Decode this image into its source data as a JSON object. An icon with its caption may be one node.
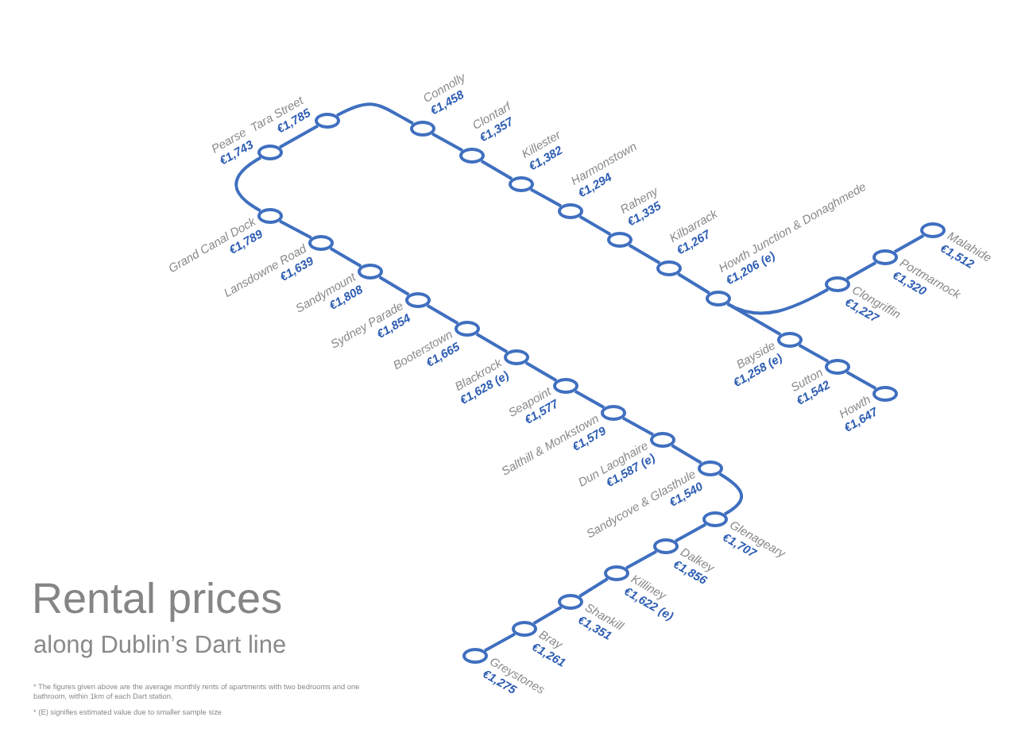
{
  "diagram": {
    "title": "Rental prices",
    "nodes": [
      {
        "text": [],
        "shape": "circle",
        "beside": [
          "Greystones",
          "€1,275"
        ]
      },
      {
        "text": [],
        "shape": "circle",
        "beside": [
          "Bray",
          "€1,261"
        ]
      },
      {
        "text": [],
        "shape": "circle",
        "beside": [
          "Shankill",
          "€1,351"
        ]
      },
      {
        "text": [],
        "shape": "circle",
        "beside": [
          "Killiney",
          "€1,622 (e)"
        ]
      },
      {
        "text": [],
        "shape": "circle",
        "beside": [
          "Dalkey",
          "€1,856"
        ]
      },
      {
        "text": [],
        "shape": "circle",
        "beside": [
          "Glenageary",
          "€1,707"
        ]
      },
      {
        "text": [],
        "shape": "circle",
        "beside": [
          "Sandycove & Glasthule",
          "€1,540"
        ]
      },
      {
        "text": [],
        "shape": "circle",
        "beside": [
          "Dun Laoghaire",
          "€1,587 (e)"
        ]
      },
      {
        "text": [],
        "shape": "circle",
        "beside": [
          "Salthill & Monkstown",
          "€1,579"
        ]
      },
      {
        "text": [],
        "shape": "circle",
        "beside": [
          "Seapoint",
          "€1,577"
        ]
      },
      {
        "text": [],
        "shape": "circle",
        "beside": [
          "Blackrock",
          "€1,628 (e)"
        ]
      },
      {
        "text": [],
        "shape": "circle",
        "beside": [
          "Booterstown",
          "€1,665"
        ]
      },
      {
        "text": [],
        "shape": "circle",
        "beside": [
          "Sydney Parade",
          "€1,854"
        ]
      },
      {
        "text": [],
        "shape": "circle",
        "beside": [
          "Sandymount",
          "€1,808"
        ]
      },
      {
        "text": [],
        "shape": "circle",
        "beside": [
          "Lansdowne Road",
          "€1,639"
        ]
      },
      {
        "text": [],
        "shape": "circle",
        "beside": [
          "Grand Canal Dock",
          "€1,789"
        ]
      },
      {
        "text": [],
        "shape": "circle",
        "beside": [
          "Pearse",
          "€1,743"
        ]
      },
      {
        "text": [],
        "shape": "circle",
        "beside": [
          "Tara Street",
          "€1,785"
        ]
      },
      {
        "text": [],
        "shape": "circle",
        "beside": [
          "Connolly",
          "€1,458"
        ]
      },
      {
        "text": [],
        "shape": "circle",
        "beside": [
          "Clontarf",
          "€1,357"
        ]
      },
      {
        "text": [],
        "shape": "circle",
        "beside": [
          "Killester",
          "€1,382"
        ]
      },
      {
        "text": [],
        "shape": "circle",
        "beside": [
          "Harmonstown",
          "€1,294"
        ]
      },
      {
        "text": [],
        "shape": "circle",
        "beside": [
          "Raheny",
          "€1,335"
        ]
      },
      {
        "text": [],
        "shape": "circle",
        "beside": [
          "Kilbarrack",
          "€1,267"
        ]
      },
      {
        "text": [],
        "shape": "circle",
        "beside": [
          "Howth Junction & Donaghmede",
          "€1,206 (e)"
        ]
      },
      {
        "text": [],
        "shape": "circle",
        "beside": [
          "Bayside",
          "€1,258 (e)"
        ]
      },
      {
        "text": [],
        "shape": "circle",
        "beside": [
          "Sutton",
          "€1,542"
        ]
      },
      {
        "text": [],
        "shape": "circle",
        "beside": [
          "Howth",
          "€1,647"
        ]
      },
      {
        "text": [],
        "shape": "circle",
        "beside": [
          "Clongriffin",
          "€1,227"
        ]
      },
      {
        "text": [],
        "shape": "circle",
        "beside": [
          "Portmarnock",
          "€1,320"
        ]
      },
      {
        "text": [],
        "shape": "circle",
        "beside": [
          "Malahide",
          "€1,512"
        ]
      }
    ],
    "edges": [
      {
        "from": 0,
        "to": 1,
        "arrow": "none"
      },
      {
        "from": 1,
        "to": 2,
        "arrow": "none"
      },
      {
        "from": 2,
        "to": 3,
        "arrow": "none"
      },
      {
        "from": 3,
        "to": 4,
        "arrow": "none"
      },
      {
        "from": 4,
        "to": 5,
        "arrow": "none"
      },
      {
        "from": 5,
        "to": 6,
        "arrow": "none"
      },
      {
        "from": 6,
        "to": 7,
        "arrow": "none"
      },
      {
        "from": 7,
        "to": 8,
        "arrow": "none"
      },
      {
        "from": 8,
        "to": 9,
        "arrow": "none"
      },
      {
        "from": 9,
        "to": 10,
        "arrow": "none"
      },
      {
        "from": 10,
        "to": 11,
        "arrow": "none"
      },
      {
        "from": 11,
        "to": 12,
        "arrow": "none"
      },
      {
        "from": 12,
        "to": 13,
        "arrow": "none"
      },
      {
        "from": 13,
        "to": 14,
        "arrow": "none"
      },
      {
        "from": 14,
        "to": 15,
        "arrow": "none"
      },
      {
        "from": 15,
        "to": 16,
        "arrow": "none"
      },
      {
        "from": 16,
        "to": 17,
        "arrow": "none"
      },
      {
        "from": 17,
        "to": 18,
        "arrow": "none"
      },
      {
        "from": 18,
        "to": 19,
        "arrow": "none"
      },
      {
        "from": 19,
        "to": 20,
        "arrow": "none"
      },
      {
        "from": 20,
        "to": 21,
        "arrow": "none"
      },
      {
        "from": 21,
        "to": 22,
        "arrow": "none"
      },
      {
        "from": 22,
        "to": 23,
        "arrow": "none"
      },
      {
        "from": 23,
        "to": 24,
        "arrow": "none"
      },
      {
        "from": 24,
        "to": 25,
        "arrow": "none"
      },
      {
        "from": 25,
        "to": 26,
        "arrow": "none"
      },
      {
        "from": 26,
        "to": 27,
        "arrow": "none"
      },
      {
        "from": 24,
        "to": 28,
        "arrow": "none"
      },
      {
        "from": 28,
        "to": 29,
        "arrow": "none"
      },
      {
        "from": 29,
        "to": 30,
        "arrow": "none"
      }
    ],
    "labels": [
      "along Dublin’s Dart line",
      "* The figures given above are the average monthly rents of apartments with two bedrooms and one bathroom, within 1km of each Dart station.",
      "* (E) signifies estimated value due to smaller sample size"
    ]
  }
}
